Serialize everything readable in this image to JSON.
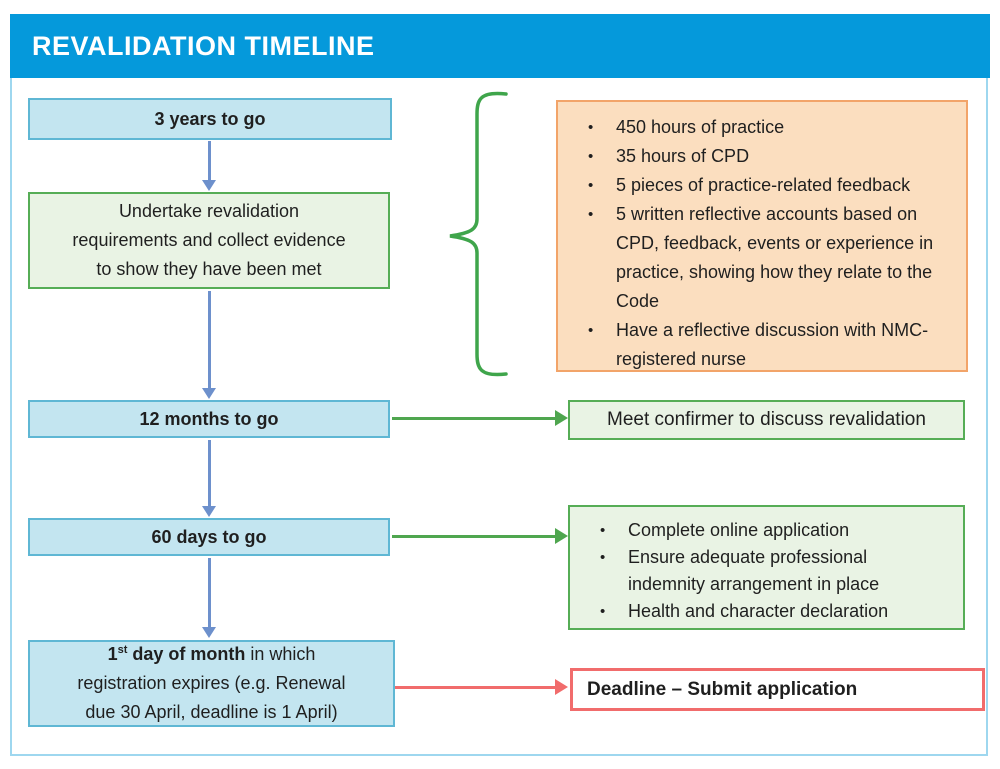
{
  "title": "REVALIDATION TIMELINE",
  "bullet": "•",
  "colors": {
    "header_bg": "#0599DB",
    "blue_box_fill": "#C3E5F0",
    "blue_box_border": "#5FB7D4",
    "green_box_fill": "#E9F3E4",
    "green_box_border": "#56AD56",
    "orange_box_fill": "#FBDEBF",
    "orange_box_border": "#F2A469",
    "blue_arrow": "#6D90CC",
    "green_arrow": "#4FA64F",
    "red_accent": "#F16C6C",
    "brace_green": "#3FA54B",
    "text": "#1F1F1F"
  },
  "timeline": {
    "milestone_3_years": "3 years to go",
    "undertake": {
      "line1": "Undertake revalidation",
      "line2": "requirements and collect evidence",
      "line3": "to show they have been met"
    },
    "milestone_12_months": "12 months to go",
    "milestone_60_days": "60 days to go",
    "final_box": {
      "num": "1",
      "sup": "st",
      "bold_rest": " day of month",
      "tail": " in which",
      "line2": "registration expires  (e.g. Renewal",
      "line3": "due 30 April, deadline is 1 April)"
    }
  },
  "requirements": {
    "items": [
      "450 hours of practice",
      "35 hours of CPD",
      "5 pieces of practice-related feedback",
      "5 written reflective accounts based on CPD, feedback, events or experience in practice, showing how they relate to the Code",
      "Have a reflective discussion with NMC-registered nurse"
    ]
  },
  "confirmer_label": "Meet confirmer to discuss revalidation",
  "application": {
    "items": [
      "Complete online application",
      "Ensure adequate professional indemnity arrangement in place",
      "Health and character declaration"
    ]
  },
  "deadline_label": "Deadline – Submit application"
}
